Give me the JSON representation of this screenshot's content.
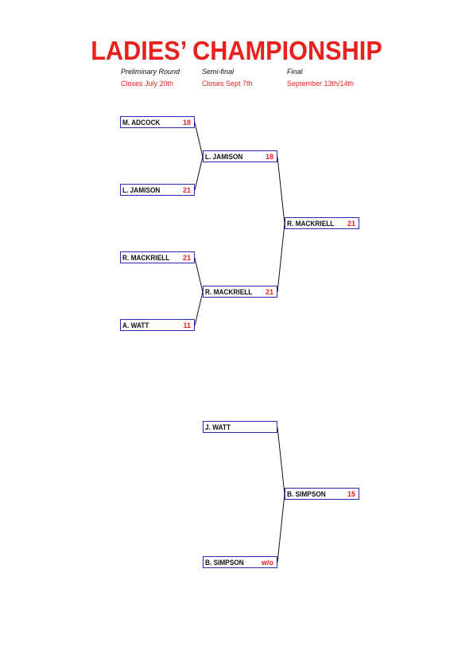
{
  "title": "LADIES’ CHAMPIONSHIP",
  "colors": {
    "accent": "#e8211e",
    "slot_border": "#2b2ba8",
    "text": "#111111"
  },
  "rounds": [
    {
      "name": "Preliminary Round",
      "closes": "Closes July 20th"
    },
    {
      "name": "Semi-final",
      "closes": "Closes Sept 7th"
    },
    {
      "name": "Final",
      "closes": "September 13th/14th"
    }
  ],
  "bracket_1": {
    "preliminary": [
      {
        "player": "M. ADCOCK",
        "score": "18"
      },
      {
        "player": "L. JAMISON",
        "score": "21"
      },
      {
        "player": "R. MACKRIELL",
        "score": "21"
      },
      {
        "player": "A. WATT",
        "score": "11"
      }
    ],
    "semi_final": [
      {
        "player": "L. JAMISON",
        "score": "18"
      },
      {
        "player": "R. MACKRIELL",
        "score": "21"
      }
    ],
    "final": {
      "player": "R. MACKRIELL",
      "score": "21"
    }
  },
  "bracket_2": {
    "semi_final": [
      {
        "player": "J. WATT",
        "score": ""
      },
      {
        "player": "B. SIMPSON",
        "score": "w/o"
      }
    ],
    "final": {
      "player": "B. SIMPSON",
      "score": "15"
    }
  }
}
